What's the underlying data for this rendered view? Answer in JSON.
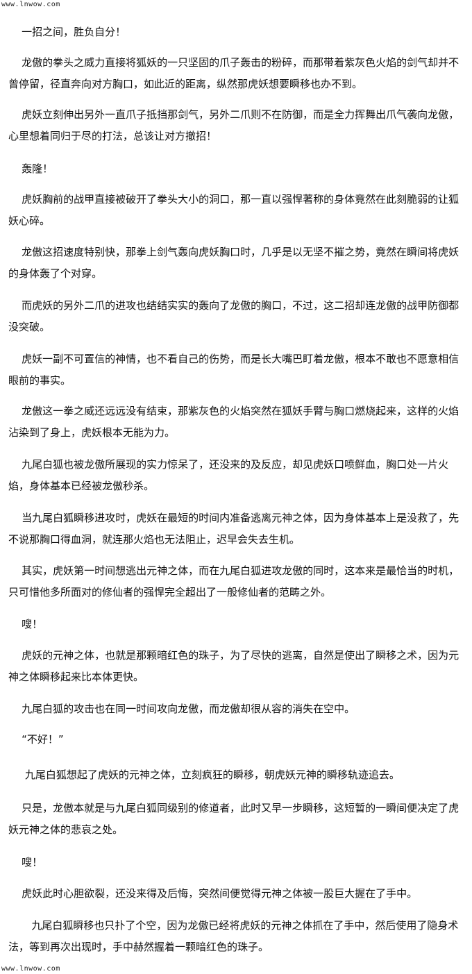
{
  "header": {
    "url": "www.lnwow.com"
  },
  "footer": {
    "url": "www.lnwow.com"
  },
  "paragraphs": [
    "    一招之间，胜负自分！",
    "    龙傲的拳头之威力直接将狐妖的一只坚固的爪子轰击的粉碎，而那带着紫灰色火焰的剑气却并不曾停留，径直奔向对方胸口，如此近的距离，纵然那虎妖想要瞬移也办不到。",
    "    虎妖立刻伸出另外一直爪子抵挡那剑气，另外二爪则不在防御，而是全力挥舞出爪气袭向龙傲，心里想着同归于尽的打法，总该让对方撤招！",
    "    轰隆！",
    "    虎妖胸前的战甲直接被破开了拳头大小的洞口，那一直以强悍著称的身体竟然在此刻脆弱的让狐妖心碎。",
    "    龙傲这招速度特别快，那拳上剑气轰向虎妖胸口时，几乎是以无坚不摧之势，竟然在瞬间将虎妖的身体轰了个对穿。",
    "    而虎妖的另外二爪的进攻也结结实实的轰向了龙傲的胸口，不过，这二招却连龙傲的战甲防御都没突破。",
    "    虎妖一副不可置信的神情，也不看自己的伤势，而是长大嘴巴盯着龙傲，根本不敢也不愿意相信眼前的事实。",
    "    龙傲这一拳之威还远远没有结束，那紫灰色的火焰突然在狐妖手臂与胸口燃烧起来，这样的火焰沾染到了身上，虎妖根本无能为力。",
    "    九尾白狐也被龙傲所展现的实力惊呆了，还没来的及反应，却见虎妖口喷鲜血，胸口处一片火焰，身体基本已经被龙傲秒杀。",
    "    当九尾白狐瞬移进攻时，虎妖在最短的时间内准备逃离元神之体，因为身体基本上是没救了，先不说那胸口得血洞，就连那火焰也无法阻止，迟早会失去生机。",
    "    其实，虎妖第一时间想逃出元神之体，而在九尾白狐进攻龙傲的同时，这本来是最恰当的时机，只可惜他多所面对的修仙者的强悍完全超出了一般修仙者的范畴之外。",
    "    嗖！",
    "    虎妖的元神之体，也就是那颗暗红色的珠子，为了尽快的逃离，自然是使出了瞬移之术，因为元神之体瞬移起来比本体更快。",
    "    九尾白狐的攻击也在同一时间攻向龙傲，而龙傲却很从容的消失在空中。",
    "    “不好！”",
    "     九尾白狐想起了虎妖的元神之体，立刻疯狂的瞬移，朝虎妖元神的瞬移轨迹追去。",
    "    只是，龙傲本就是与九尾白狐同级别的修道者，此时又早一步瞬移，这短暂的一瞬间便决定了虎妖元神之体的悲哀之处。",
    "    嗖！",
    "    虎妖此时心胆欲裂，还没来得及后悔，突然间便觉得元神之体被一股巨大握在了手中。",
    "       九尾白狐瞬移也只扑了个空，因为龙傲已经将虎妖的元神之体抓在了手中，然后使用了隐身术法，等到再次出现时，手中赫然握着一颗暗红色的珠子。"
  ]
}
